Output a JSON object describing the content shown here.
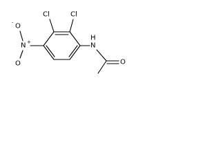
{
  "molecule": {
    "atoms": {
      "chlorine_top": "Cl",
      "chlorine_left": "Cl",
      "amide_nitrogen": "N",
      "amide_hydrogen": "H",
      "carbonyl_oxygen": "O",
      "nitro_oxygen": "O",
      "nitro_nitrogen": "N",
      "nitro_plus": "+",
      "nitro_minus": "-"
    }
  }
}
